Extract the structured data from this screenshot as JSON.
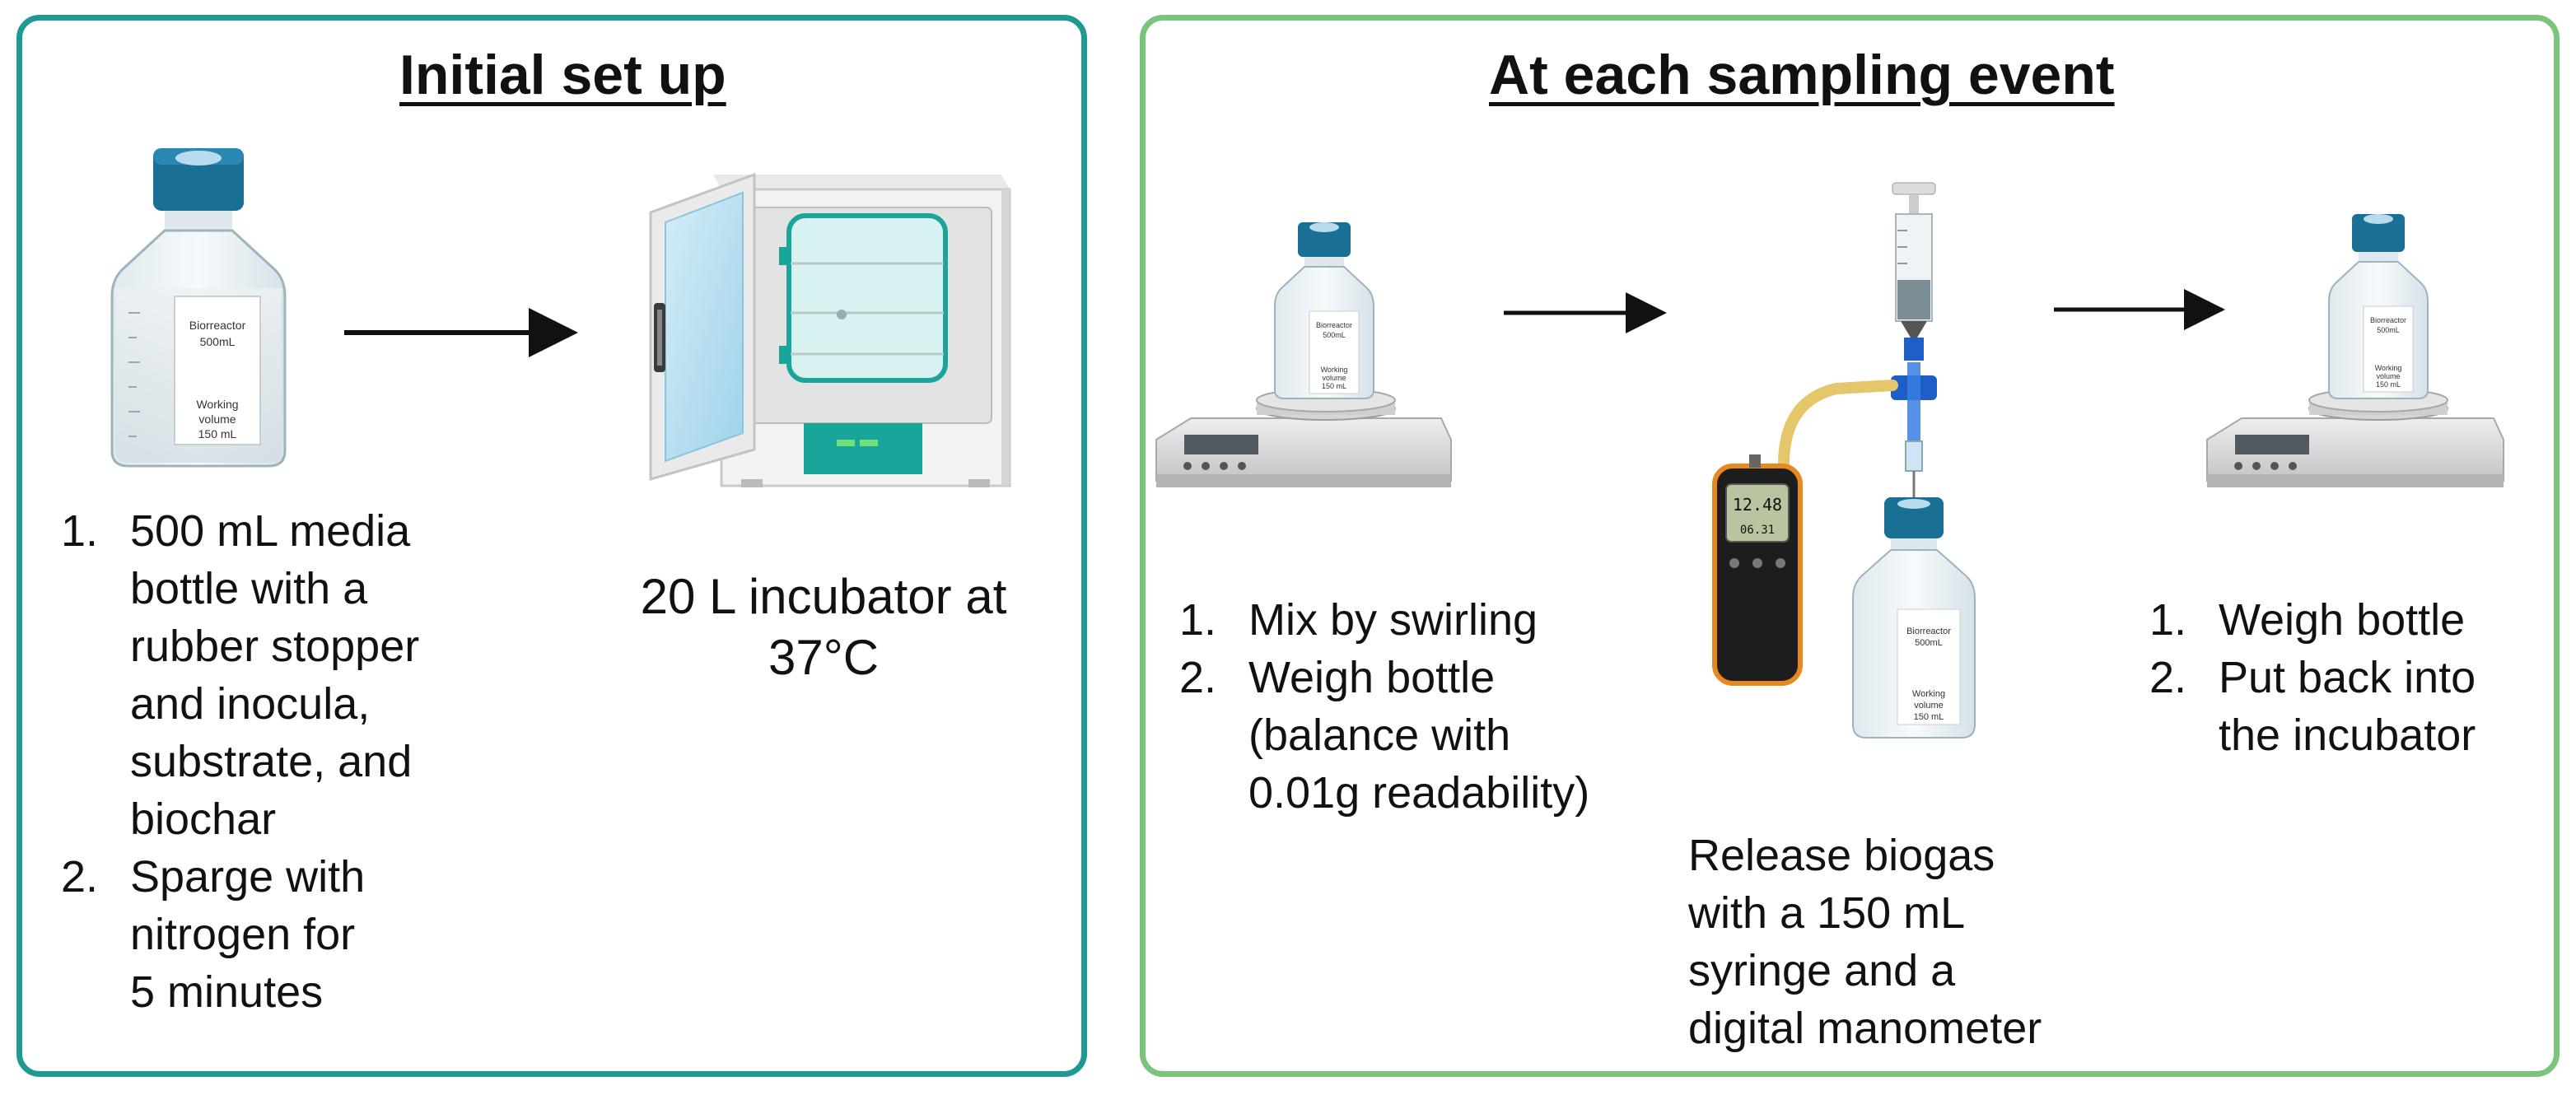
{
  "left_panel": {
    "title": "Initial set up",
    "bottle_label": {
      "line1": "Biorreactor",
      "line2": "500mL",
      "line3": "Working",
      "line4": "volume",
      "line5": "150 mL"
    },
    "steps": [
      {
        "num": "1.",
        "lines": [
          "500 mL media",
          "bottle with a",
          "rubber stopper",
          "and inocula,",
          "substrate, and",
          "biochar"
        ]
      },
      {
        "num": "2.",
        "lines": [
          "Sparge with",
          "nitrogen for",
          "5 minutes"
        ]
      }
    ],
    "incubator_caption": [
      "20 L incubator at",
      "37°C"
    ]
  },
  "right_panel": {
    "title": "At each sampling event",
    "bottle_label": {
      "line1": "Biorreactor",
      "line2": "500mL",
      "line3": "Working",
      "line4": "volume",
      "line5": "150 mL"
    },
    "manometer_display": {
      "top": "12.48",
      "bottom": "06.31"
    },
    "steps_a": [
      {
        "num": "1.",
        "lines": [
          "Mix by swirling"
        ]
      },
      {
        "num": "2.",
        "lines": [
          "Weigh bottle",
          "(balance with",
          "0.01g readability)"
        ]
      }
    ],
    "caption_b": [
      "Release biogas",
      "with a 150 mL",
      "syringe and a",
      "digital manometer"
    ],
    "steps_c": [
      {
        "num": "1.",
        "lines": [
          "Weigh bottle"
        ]
      },
      {
        "num": "2.",
        "lines": [
          "Put back into",
          "the incubator"
        ]
      }
    ]
  },
  "colors": {
    "left_border": "#1e9a92",
    "right_border": "#7cc47c",
    "bottle_cap": "#1a6f95",
    "incubator_accent": "#1aa59a",
    "tube": "#e5c76b"
  }
}
